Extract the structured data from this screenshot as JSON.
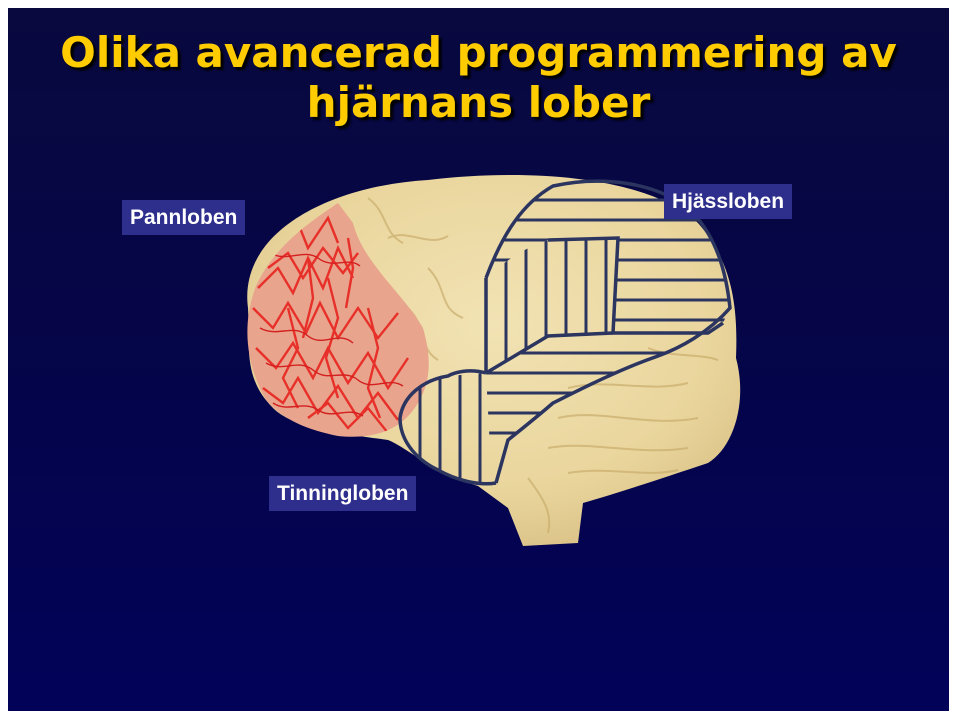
{
  "slide": {
    "title_line1": "Olika avancerad programmering av",
    "title_line2": "hjärnans lober",
    "colors": {
      "background_top": "#09093f",
      "background_bottom": "#020259",
      "title": "#ffcc00",
      "label_background": "#2e2e8c",
      "label_text": "#ffffff",
      "frontal_highlight": "#e8302a",
      "hatch_lines": "#2b3560",
      "brain_tissue": "#ecd9a2"
    }
  },
  "diagram": {
    "labels": {
      "frontal": "Pannloben",
      "parietal": "Hjässloben",
      "temporal": "Tinningloben"
    }
  }
}
